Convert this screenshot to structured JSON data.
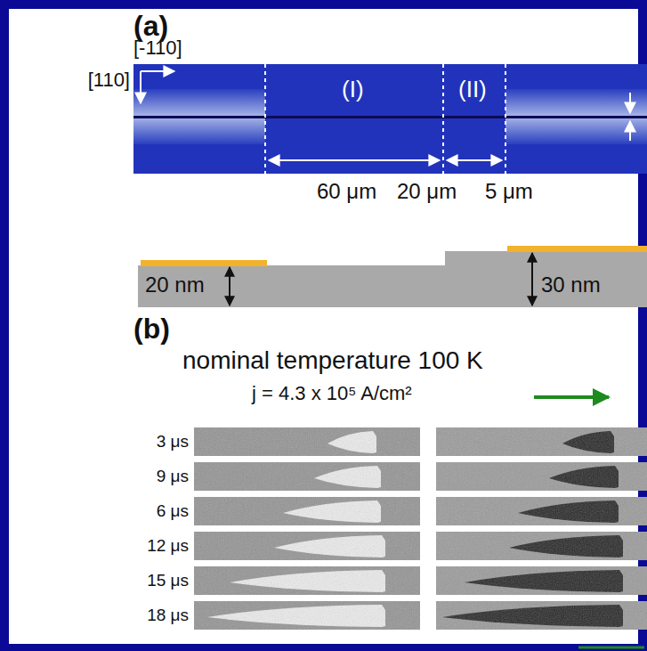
{
  "diagram": {
    "labels": [
      "(a)",
      "[-110]",
      "[110]",
      "(I)",
      "(II)",
      "60 μm",
      "20 μm",
      "5 μm",
      "20 nm",
      "30 nm",
      "(b)",
      "nominal temperature 100 K",
      "j = 4.3 x 10⁵ A/cm²",
      "3 μs",
      "9 μs",
      "6 μs",
      "12 μs",
      "15 μs",
      "18 μs"
    ]
  }
}
